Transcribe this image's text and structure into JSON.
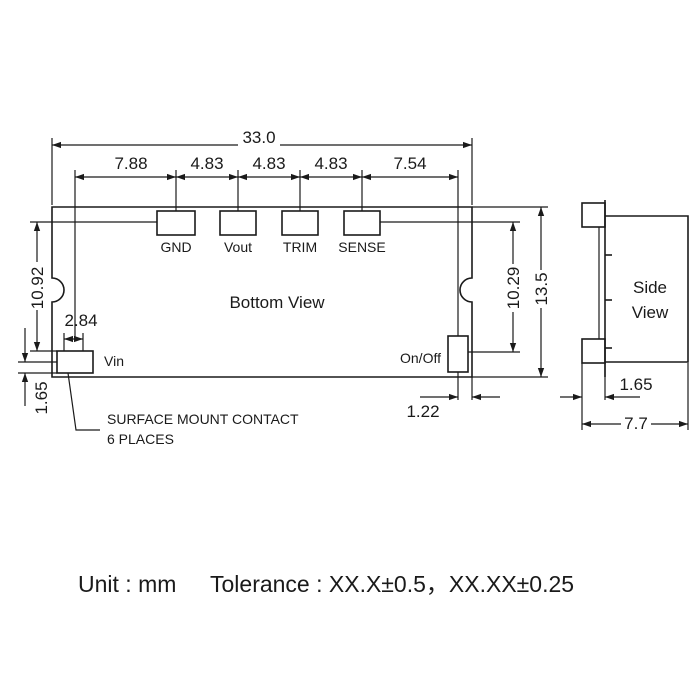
{
  "dimensions": {
    "total_width": "33.0",
    "seg1": "7.88",
    "seg2": "4.83",
    "seg3": "4.83",
    "seg4": "4.83",
    "seg5": "7.54",
    "left_height": "10.92",
    "right_inner_height": "10.29",
    "total_height": "13.5",
    "pad_offset": "2.84",
    "pad_height": "1.65",
    "onoff_offset": "1.22",
    "side_pad": "1.65",
    "side_thickness": "7.7"
  },
  "pins": {
    "gnd": "GND",
    "vout": "Vout",
    "trim": "TRIM",
    "sense": "SENSE",
    "vin": "Vin",
    "onoff": "On/Off"
  },
  "labels": {
    "bottom_view": "Bottom View",
    "side_view_line1": "Side",
    "side_view_line2": "View",
    "contact_line1": "SURFACE MOUNT CONTACT",
    "contact_line2": "6 PLACES"
  },
  "footer": {
    "unit": "Unit : mm",
    "tolerance": "Tolerance : XX.X±0.5，XX.XX±0.25"
  }
}
